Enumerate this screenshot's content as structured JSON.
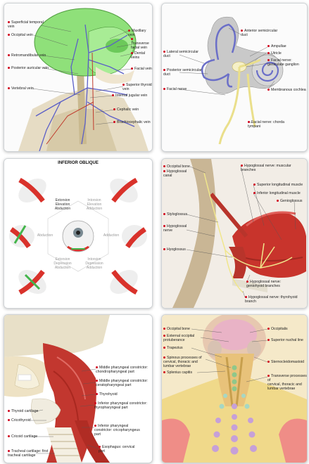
{
  "gallery": {
    "card1": {
      "left_labels": [
        "Superficial temporal\nvein",
        "Occipital vein",
        "Retromandibular vein",
        "Posterior auricular vein",
        "Vertebral vein"
      ],
      "right_labels": [
        "Maxillary vein",
        "Transverse\nfacial vein",
        "Dental veins",
        "Facial vein",
        "Superior thyroid\nvein",
        "Internal jugular vein",
        "Cephalic vein",
        "Brachiocephalic vein"
      ]
    },
    "card2": {
      "labels": [
        "Anterior semicircular\nduct",
        "Lateral semicircular\nduct",
        "Ampullae",
        "Utricle",
        "Facial nerve:\ngeniculate ganglion",
        "Posterior semicircular\nduct",
        "Facial nerve",
        "Membranous cochlea",
        "Facial nerve: chorda\ntympani"
      ]
    },
    "card3": {
      "title": "INFERIOR OBLIQUE",
      "labels": [
        "Extorsion\nElevation\nAbduction",
        "Intorsion\nElevation\nAdduction",
        "Abduction",
        "Adduction",
        "Extorsion\nDepression\nAbduction",
        "Intorsion\nDepression\nAdduction"
      ]
    },
    "card4": {
      "labels": [
        "Occipital bone",
        "Hypoglossal\ncanal",
        "Hypoglossal nerve: muscular branches",
        "Superior longitudinal muscle",
        "Inferior longitudinal muscle",
        "Genioglossus",
        "Styloglossus",
        "Hypoglossal\nnerve",
        "Hyoglossus",
        "Hypoglossal nerve:\ngeniohyoid branches",
        "Hypoglossal nerve: thyrohyoid branch"
      ]
    },
    "card5": {
      "labels": [
        "Middle pharyngeal constrictor:\nchondropharyngeal part",
        "Middle pharyngeal constrictor:\nceratopharyngeal part",
        "Thyrohyoid",
        "Inferior pharyngeal constrictor:\nthyropharyngeal part",
        "Thyroid cartilage",
        "Cricothyroid",
        "Inferior pharyngeal\nconstrictor: cricopharyngeus\npart",
        "Cricoid cartilage",
        "Esophagus: cervical\npart",
        "Tracheal cartilage: first\ntracheal cartilage"
      ]
    },
    "card6": {
      "labels": [
        "Occipital bone",
        "External occipital\nprotuberance",
        "Trapezius",
        "Spinous processes of\ncervical, thoracic and\nlumbar vertebrae",
        "Splenius capitis",
        "Occipitalis",
        "Superior nuchal line",
        "Sternocleidomastoid",
        "Transverse processes of\ncervical, thoracic and\nlumbar vertebrae"
      ]
    }
  }
}
